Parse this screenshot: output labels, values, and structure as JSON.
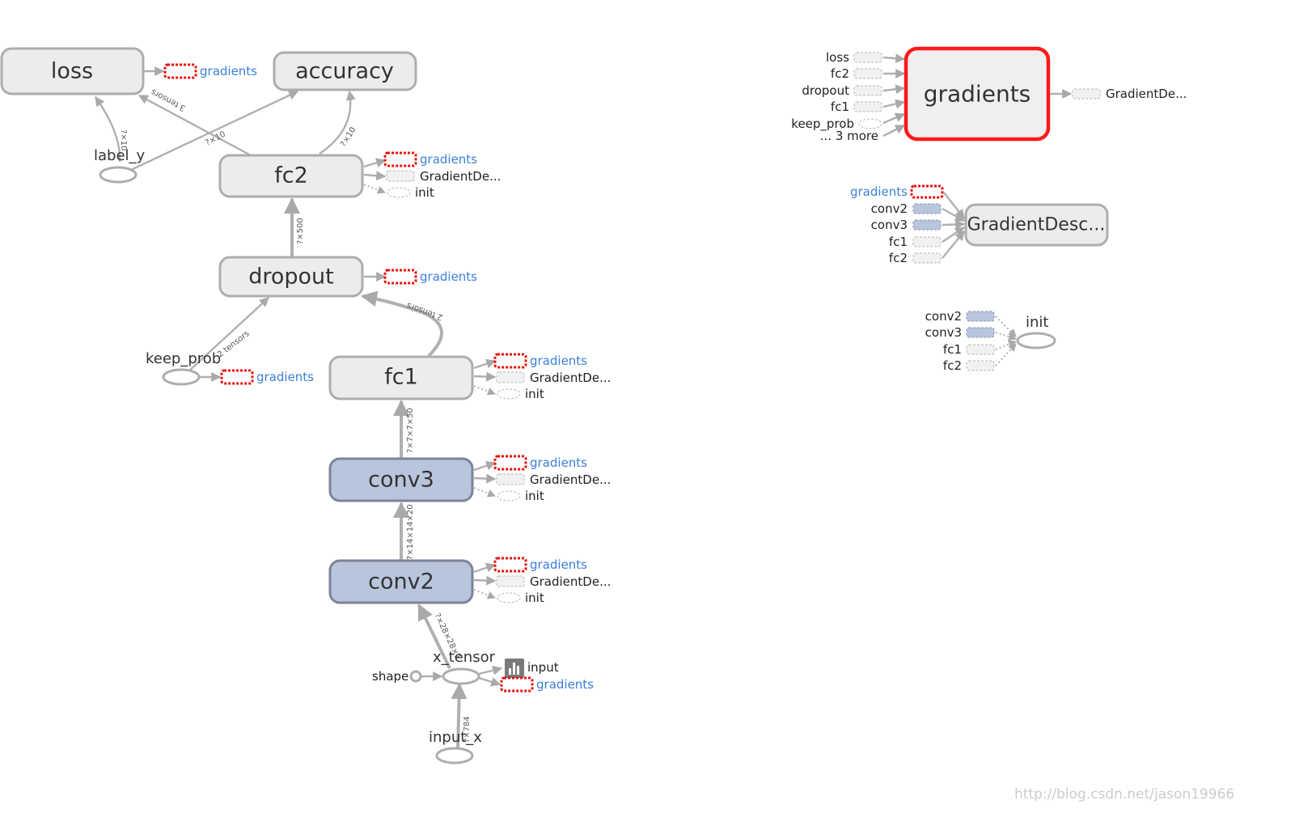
{
  "main_graph": {
    "nodes": {
      "loss": "loss",
      "accuracy": "accuracy",
      "fc2": "fc2",
      "dropout": "dropout",
      "fc1": "fc1",
      "conv3": "conv3",
      "conv2": "conv2",
      "label_y": "label_y",
      "keep_prob": "keep_prob",
      "x_tensor": "x_tensor",
      "input_x": "input_x",
      "shape": "shape",
      "input_summary": "input"
    },
    "aux": {
      "gradients": "gradients",
      "gradient_desc": "GradientDe...",
      "init": "init"
    },
    "edge_labels": {
      "label_to_loss": "?×10",
      "fc2_to_loss": "3 tensors",
      "fc2_to_accuracy_a": "?×10",
      "fc2_to_accuracy_b": "?×10",
      "dropout_to_fc2": "?×500",
      "keep_prob_to_dropout": "2 tensors",
      "fc1_to_dropout": "2 tensors",
      "conv3_to_fc1": "?×7×7×50",
      "conv2_to_conv3": "?×14×14×20",
      "x_tensor_to_conv2": "?×28×28×1",
      "input_x_to_x_tensor": "?×784"
    }
  },
  "gradients_panel": {
    "title": "gradients",
    "inputs": [
      "loss",
      "fc2",
      "dropout",
      "fc1",
      "keep_prob",
      "... 3 more"
    ],
    "output": "GradientDe..."
  },
  "gradient_desc_panel": {
    "title": "GradientDesc...",
    "inputs": [
      "gradients",
      "conv2",
      "conv3",
      "fc1",
      "fc2"
    ]
  },
  "init_panel": {
    "title": "init",
    "inputs": [
      "conv2",
      "conv3",
      "fc1",
      "fc2"
    ]
  },
  "watermark": "http://blog.csdn.net/jason19966",
  "colors": {
    "highlight": "#ff1a1a",
    "op_fill": "#ececec",
    "conv_fill": "#b9c4dd",
    "gradient_link": "#3a7fd8"
  }
}
